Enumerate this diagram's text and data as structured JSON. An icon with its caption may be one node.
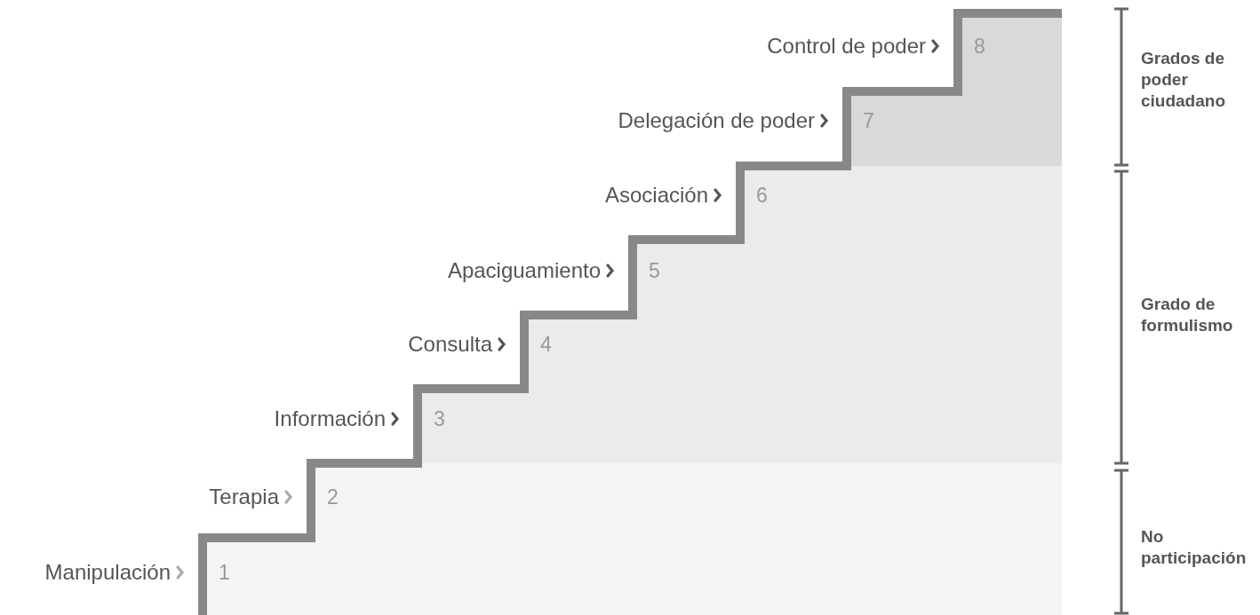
{
  "diagram": {
    "labels": [
      "Control de poder",
      "8",
      "Grados de poder ciudadano",
      "Delegación de poder",
      "7",
      "Asociación",
      "6",
      "Apaciguamiento",
      "5",
      "Grado de formulismo",
      "Consulta",
      "4",
      "Información",
      "3",
      "Terapia",
      "2",
      "Manipulación",
      "1",
      "No participación"
    ]
  }
}
